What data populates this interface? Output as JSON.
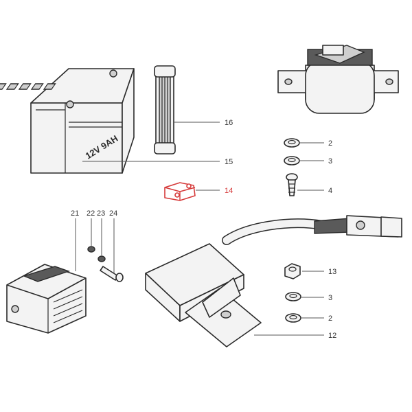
{
  "battery": {
    "label": "12V 9AH"
  },
  "callouts": {
    "c16": "16",
    "c15": "15",
    "c14": "14",
    "c2_top": "2",
    "c3_top": "3",
    "c4": "4",
    "c21": "21",
    "c22": "22",
    "c23": "23",
    "c24": "24",
    "c13": "13",
    "c3_bottom": "3",
    "c2_bottom": "2",
    "c12": "12"
  },
  "colors": {
    "highlight": "#d63a3a",
    "line": "#2a2a2a"
  }
}
